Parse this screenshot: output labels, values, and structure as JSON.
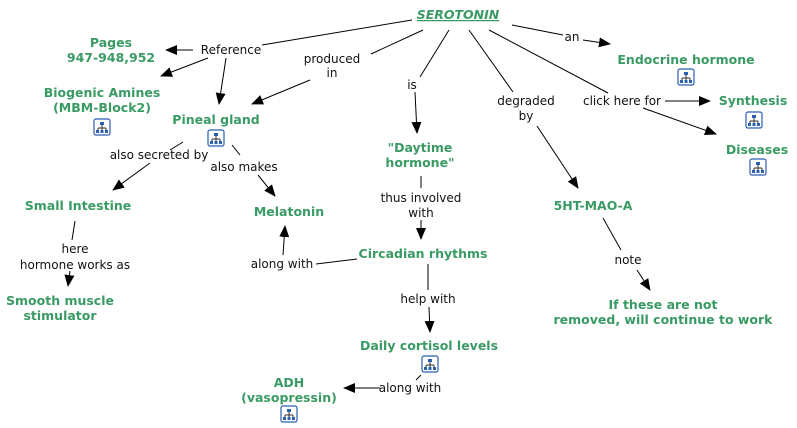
{
  "root": "SEROTONIN",
  "nodes": {
    "pages": [
      "Pages",
      "947-948,952"
    ],
    "biogenic": [
      "Biogenic Amines",
      "(MBM-Block2)"
    ],
    "pineal": "Pineal gland",
    "daytime": [
      "\"Daytime",
      "hormone\""
    ],
    "endocrine": "Endocrine hormone",
    "synthesis": "Synthesis",
    "diseases": "Diseases",
    "small_intestine": "Small Intestine",
    "melatonin": "Melatonin",
    "circadian": "Circadian rhythms",
    "smooth_muscle": [
      "Smooth muscle",
      "stimulator"
    ],
    "cortisol": "Daily cortisol levels",
    "adh": [
      "ADH",
      "(vasopressin)"
    ],
    "mao": "5HT-MAO-A",
    "not_removed": [
      "If these are not",
      "removed, will continue to work"
    ]
  },
  "links": {
    "reference": "Reference",
    "produced_in": [
      "produced",
      "in"
    ],
    "is": "is",
    "degraded_by": [
      "degraded",
      "by"
    ],
    "click_here_for": "click here for",
    "an": "an",
    "also_secreted_by": "also secreted by",
    "also_makes": "also makes",
    "thus_involved_with": [
      "thus involved",
      "with"
    ],
    "along_with_1": "along with",
    "here_hormone": [
      "here",
      "hormone works as"
    ],
    "help_with": "help with",
    "along_with_2": "along with",
    "note": "note"
  },
  "icons": {
    "submap": "concept-map-icon"
  }
}
